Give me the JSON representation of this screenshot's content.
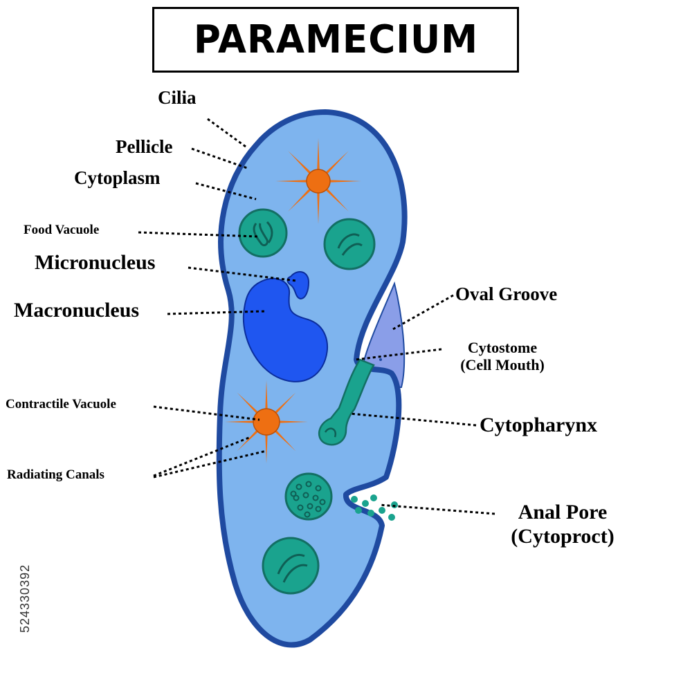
{
  "title": "PARAMECIUM",
  "colors": {
    "cell_fill": "#7eb4ee",
    "cell_outline": "#1f4aa0",
    "cilia": "#1d3a94",
    "macronucleus": "#1f56f0",
    "food_vacuole": "#1aa38e",
    "contractile_vacuole": "#ee6f12",
    "oral_groove": "#8a9ee8"
  },
  "labels": {
    "cilia": "Cilia",
    "pellicle": "Pellicle",
    "cytoplasm": "Cytoplasm",
    "food_vacuole": "Food Vacuole",
    "micronucleus": "Micronucleus",
    "macronucleus": "Macronucleus",
    "contractile_vacuole": "Contractile Vacuole",
    "radiating_canals": "Radiating Canals",
    "oval_groove": "Oval Groove",
    "cytostome": "Cytostome",
    "cytostome_sub": "(Cell Mouth)",
    "cytopharynx": "Cytopharynx",
    "anal_pore": "Anal Pore",
    "anal_pore_sub": "(Cytoproct)"
  },
  "side_id": "524330392"
}
